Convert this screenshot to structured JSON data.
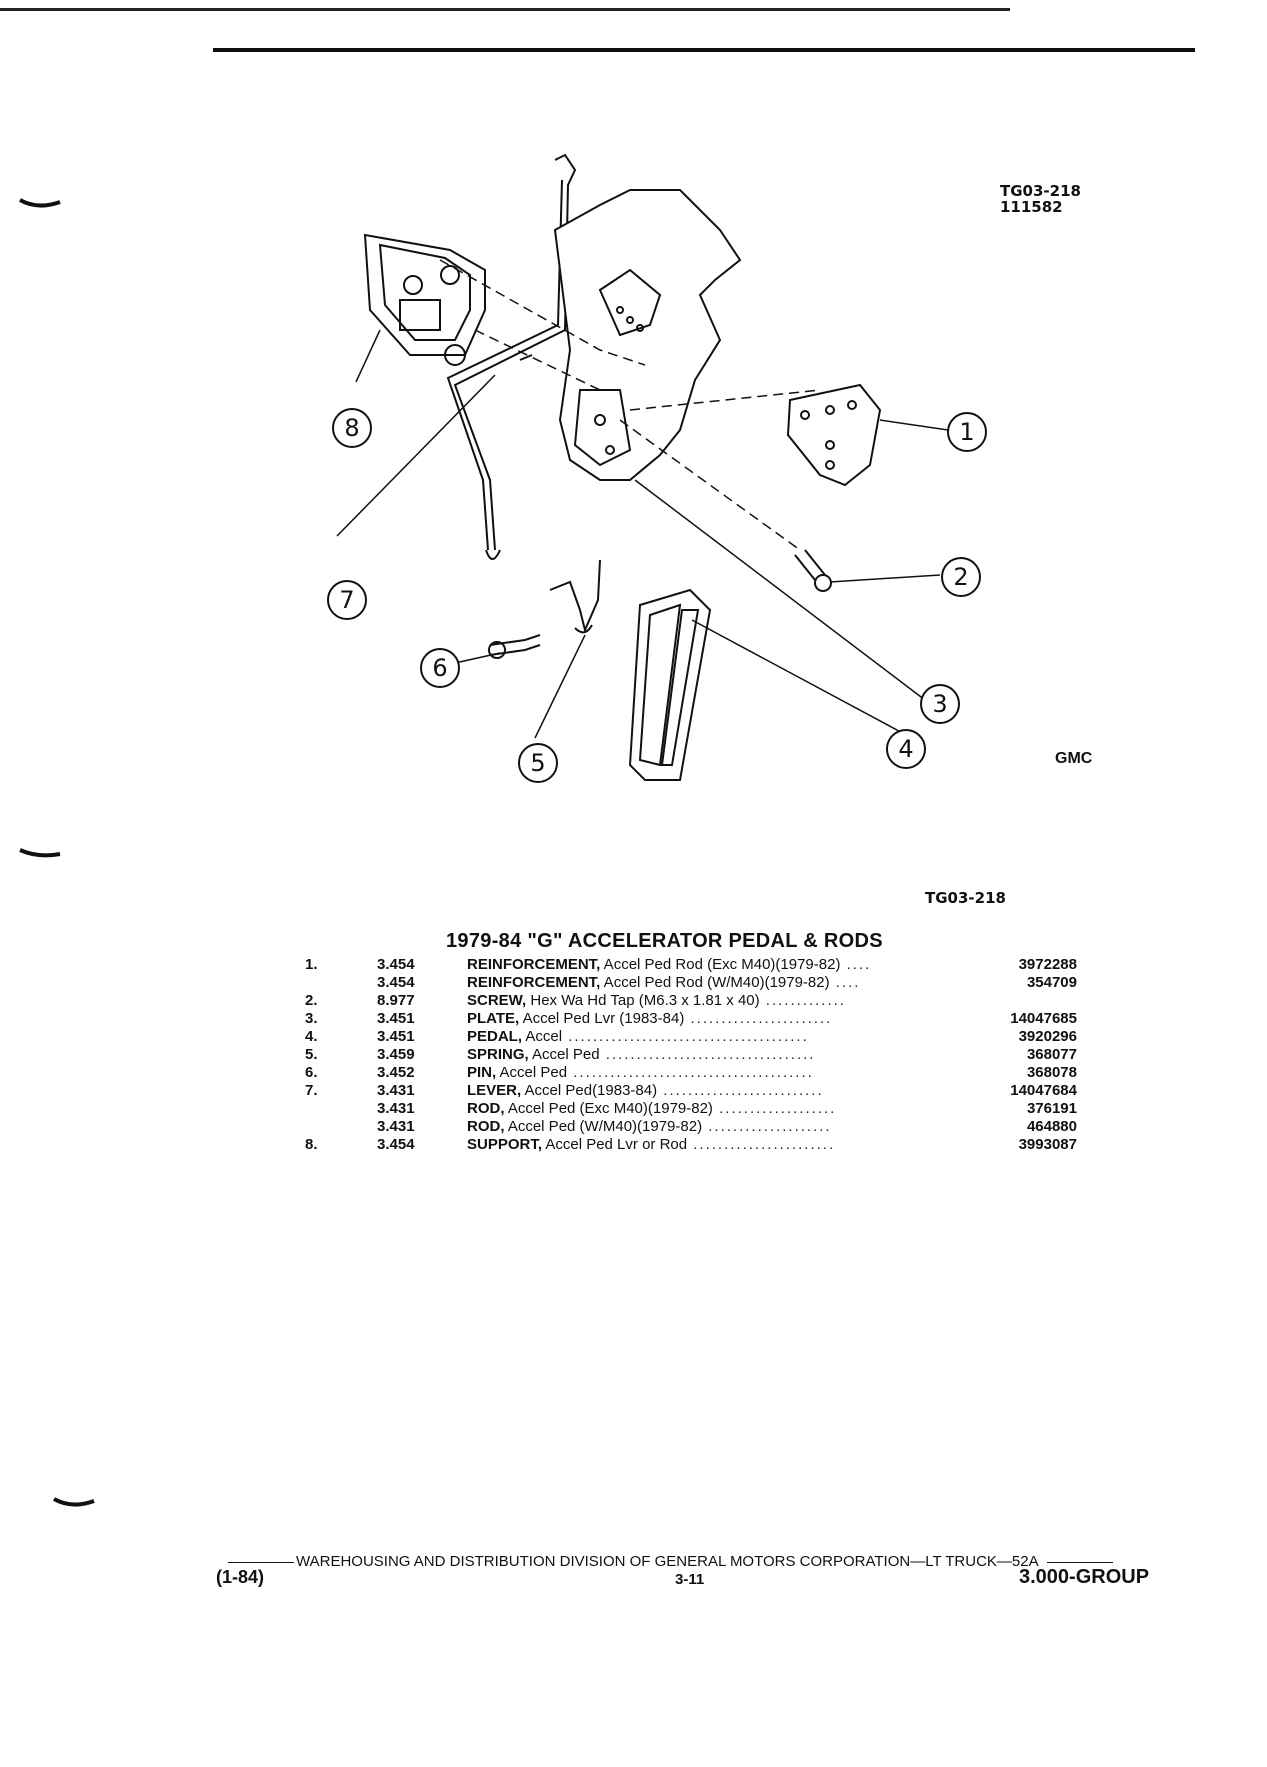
{
  "header": {
    "figure_ref": "TG03-218",
    "figure_ref_sub": "111582",
    "figure_ref_bottom": "TG03-218",
    "logo_text": "GMC"
  },
  "diagram": {
    "callouts": [
      "1",
      "2",
      "3",
      "4",
      "5",
      "6",
      "7",
      "8"
    ]
  },
  "title": "1979-84 \"G\" ACCELERATOR PEDAL & RODS",
  "parts": [
    {
      "num": "1.",
      "group": "3.454",
      "name": "REINFORCEMENT,",
      "desc": " Accel Ped Rod (Exc M40)(1979-82)",
      "leader": " ....",
      "pn": "3972288"
    },
    {
      "num": "",
      "group": "3.454",
      "name": "REINFORCEMENT,",
      "desc": " Accel Ped Rod (W/M40)(1979-82)",
      "leader": " ....",
      "pn": "354709"
    },
    {
      "num": "2.",
      "group": "8.977",
      "name": "SCREW,",
      "desc": " Hex Wa Hd Tap (M6.3 x 1.81 x 40)",
      "leader": " .............",
      "pn": ""
    },
    {
      "num": "3.",
      "group": "3.451",
      "name": "PLATE,",
      "desc": " Accel Ped Lvr (1983-84)",
      "leader": " .......................",
      "pn": "14047685"
    },
    {
      "num": "4.",
      "group": "3.451",
      "name": "PEDAL,",
      "desc": " Accel",
      "leader": " .......................................",
      "pn": "3920296"
    },
    {
      "num": "5.",
      "group": "3.459",
      "name": "SPRING,",
      "desc": " Accel Ped",
      "leader": " ..................................",
      "pn": "368077"
    },
    {
      "num": "6.",
      "group": "3.452",
      "name": "PIN,",
      "desc": " Accel Ped",
      "leader": " .......................................",
      "pn": "368078"
    },
    {
      "num": "7.",
      "group": "3.431",
      "name": "LEVER,",
      "desc": " Accel Ped(1983-84)",
      "leader": " ..........................",
      "pn": "14047684"
    },
    {
      "num": "",
      "group": "3.431",
      "name": "ROD,",
      "desc": " Accel Ped (Exc M40)(1979-82)",
      "leader": " ...................",
      "pn": "376191"
    },
    {
      "num": "",
      "group": "3.431",
      "name": "ROD,",
      "desc": " Accel Ped (W/M40)(1979-82)",
      "leader": " ....................",
      "pn": "464880"
    },
    {
      "num": "8.",
      "group": "3.454",
      "name": "SUPPORT,",
      "desc": " Accel Ped Lvr or Rod",
      "leader": " .......................",
      "pn": "3993087"
    }
  ],
  "footer": {
    "division": "WAREHOUSING AND DISTRIBUTION  DIVISION OF GENERAL MOTORS CORPORATION—LT TRUCK—52A",
    "date": "(1-84)",
    "page": "3-11",
    "group": "3.000-GROUP"
  }
}
